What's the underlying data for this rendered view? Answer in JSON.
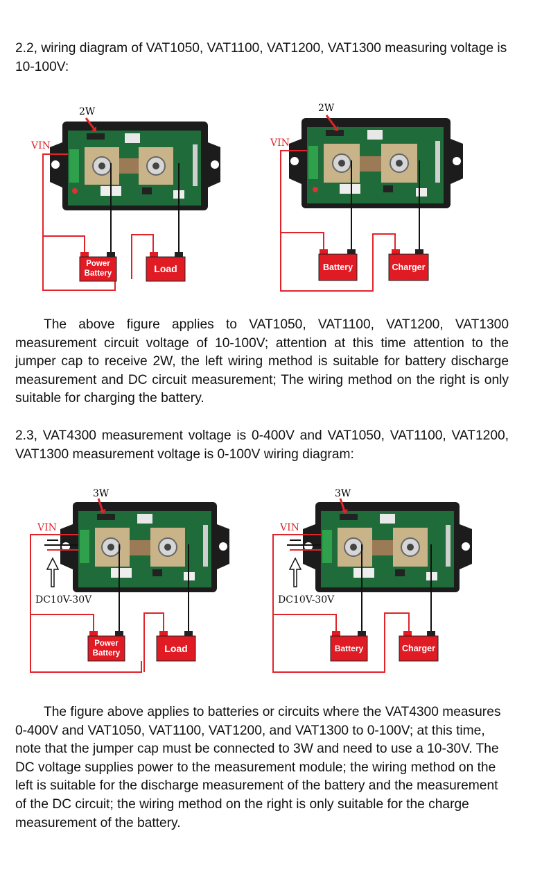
{
  "section_22": {
    "heading": "2.2, wiring diagram of VAT1050, VAT1100, VAT1200, VAT1300 measuring voltage is 10-100V:"
  },
  "diagram_a_left": {
    "jumper_label": "2W",
    "vin_label": "VIN",
    "box_1": "Power Battery",
    "box_2": "Load"
  },
  "diagram_a_right": {
    "jumper_label": "2W",
    "vin_label": "VIN",
    "box_1": "Battery",
    "box_2": "Charger"
  },
  "paragraph_1": "The above figure applies to VAT1050, VAT1100, VAT1200, VAT1300 measurement circuit voltage of 10-100V; attention at this time attention to the jumper cap to receive 2W, the left wiring method is suitable for battery discharge measurement and DC circuit measurement; The wiring method on the right is only suitable for charging the battery.",
  "section_23": {
    "heading": "2.3, VAT4300 measurement voltage is 0-400V and VAT1050, VAT1100, VAT1200, VAT1300 measurement voltage is 0-100V wiring diagram:"
  },
  "diagram_b_left": {
    "jumper_label": "3W",
    "vin_label": "VIN",
    "supply_label": "DC10V-30V",
    "box_1": "Power Battery",
    "box_2": "Load"
  },
  "diagram_b_right": {
    "jumper_label": "3W",
    "vin_label": "VIN",
    "supply_label": "DC10V-30V",
    "box_1": "Battery",
    "box_2": "Charger"
  },
  "paragraph_2": "The figure above applies to batteries or circuits where the VAT4300 measures 0-400V and VAT1050, VAT1100, VAT1200, and VAT1300 to 0-100V; at this time, note that the jumper cap must be connected to 3W and need to use a 10-30V. The DC voltage supplies power to the measurement module; the wiring method on the left is suitable for the discharge measurement of the battery and the measurement of the DC circuit; the wiring method on the right is only suitable for the charge measurement of the battery.",
  "colors": {
    "wire_red": "#e0242a",
    "wire_black": "#111111",
    "pcb_green": "#1f6b3a",
    "case_black": "#1c1c1c",
    "shunt_bronze": "#c9b48a",
    "box_red": "#e01b24"
  }
}
